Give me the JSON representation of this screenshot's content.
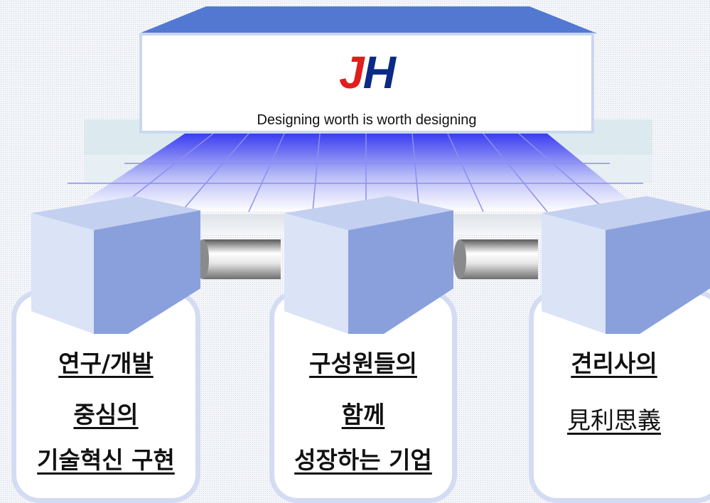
{
  "logo": {
    "letter1": "J",
    "letter2": "H",
    "tagline": "Designing worth is worth designing"
  },
  "pillars": [
    {
      "lines": [
        "연구/개발",
        "중심의",
        "기술혁신 구현"
      ]
    },
    {
      "lines": [
        "구성원들의",
        "함께",
        "성장하는 기업"
      ]
    },
    {
      "lines": [
        "견리사의",
        "見利思義"
      ]
    }
  ],
  "colors": {
    "roof": "#5278d2",
    "cube_top": "#c4d0f0",
    "cube_front": "#dbe3f7",
    "cube_side": "#8aa0dd",
    "grid_line": "#8c8ef0",
    "logo_j": "#e31d1d",
    "logo_h": "#0a2a86"
  }
}
